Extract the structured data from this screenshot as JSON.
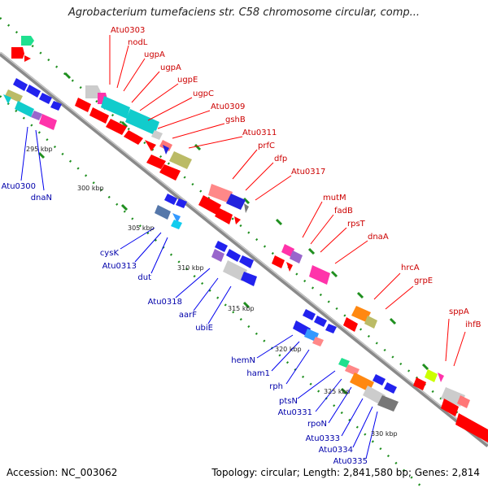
{
  "title": "Agrobacterium tumefaciens str. C58 chromosome circular, comp...",
  "footer": {
    "accession": "Accession: NC_003062",
    "summary": "Topology: circular; Length: 2,841,580 bp; Genes: 2,814"
  },
  "ticks": [
    "295 kbp",
    "300 kbp",
    "305 kbp",
    "310 kbp",
    "315 kbp",
    "320 kbp",
    "325 kbp",
    "330 kbp"
  ],
  "upper_labels": [
    "Atu0303",
    "nodL",
    "ugpA",
    "ugpA",
    "ugpE",
    "ugpC",
    "Atu0309",
    "gshB",
    "Atu0311",
    "prfC",
    "dfp",
    "Atu0317",
    "mutM",
    "fadB",
    "rpsT",
    "dnaA",
    "hrcA",
    "grpE",
    "sppA",
    "ihfB"
  ],
  "lower_labels": [
    "Atu0300",
    "dnaN",
    "cysK",
    "Atu0313",
    "dut",
    "Atu0318",
    "aarF",
    "ubiE",
    "hemN",
    "ham1",
    "rph",
    "ptsN",
    "Atu0331",
    "rpoN",
    "Atu0333",
    "Atu0334",
    "Atu0335"
  ],
  "colors": {
    "forward": "#ff0000",
    "reverse": "#0000ee",
    "forward_label": "#cc0000",
    "reverse_label": "#0000aa",
    "backbone": "#8a8a8a",
    "tick": "#1f8f1f"
  }
}
